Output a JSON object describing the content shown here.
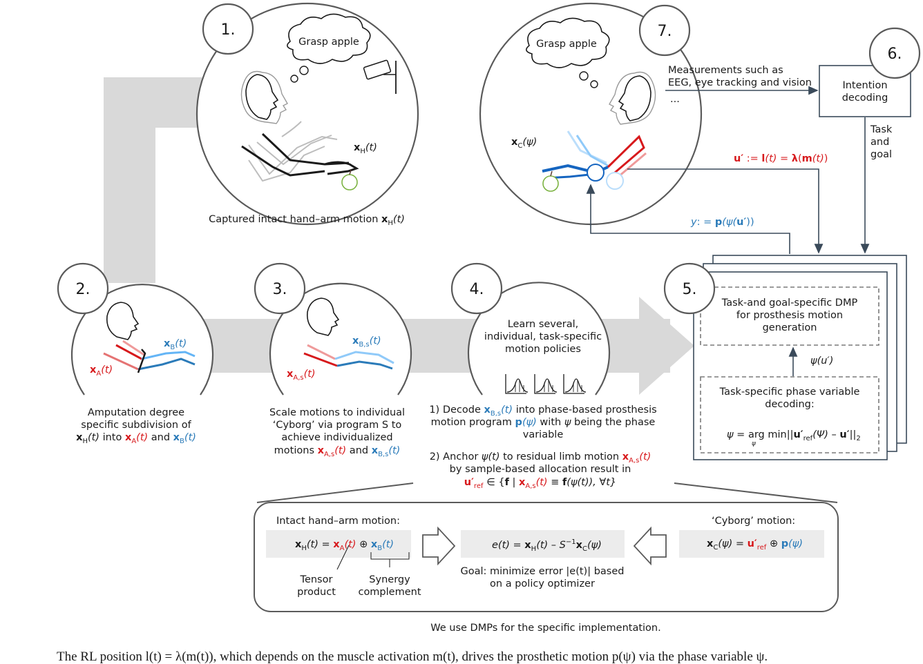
{
  "step_numbers": [
    "1.",
    "2.",
    "3.",
    "4.",
    "5.",
    "6.",
    "7."
  ],
  "panel1": {
    "thought": "Grasp apple",
    "var_label": "x",
    "var_sub": "H",
    "var_arg": "(t)",
    "caption_prefix": "Captured intact hand–arm motion ",
    "caption_var": "x",
    "caption_sub": "H",
    "caption_arg": "(t)"
  },
  "panel2": {
    "xb_label": "x",
    "xb_sub": "B",
    "xb_arg": "(t)",
    "xa_label": "x",
    "xa_sub": "A",
    "xa_arg": "(t)",
    "caption_line1": "Amputation degree",
    "caption_line2": "specific subdivision of",
    "caption_line3_into": " into ",
    "caption_line3_and": " and "
  },
  "panel3": {
    "xbs_label": "x",
    "xbs_sub": "B,s",
    "xbs_arg": "(t)",
    "xas_label": "x",
    "xas_sub": "A,s",
    "xas_arg": "(t)",
    "caption_line1": "Scale motions to individual",
    "caption_line2": "‘Cyborg’ via program S to",
    "caption_line3": "achieve individualized",
    "caption_line4_prefix": "motions ",
    "caption_line4_and": " and "
  },
  "panel4": {
    "inner_line1": "Learn several,",
    "inner_line2": "individual, task-specific",
    "inner_line3": "motion policies",
    "step1_line1_a": "1) Decode ",
    "step1_line1_b": " into phase-based prosthesis",
    "step1_line2_a": "motion program ",
    "step1_line2_b": " with ",
    "step1_line2_c": " being the phase",
    "step1_line3": "variable",
    "step2_line1_a": "2) Anchor ",
    "step2_line1_b": " to residual limb motion ",
    "step2_line2": "by sample-based allocation result in"
  },
  "panel5": {
    "box1_line1": "Task-and goal-specific DMP",
    "box1_line2": "for prosthesis motion",
    "box1_line3": "generation",
    "psi_label": "ψ(u′)",
    "box2_line1": "Task-specific phase variable",
    "box2_line2": "decoding:"
  },
  "panel6": {
    "box_line1": "Intention",
    "box_line2": "decoding",
    "side_line1": "Task",
    "side_line2": "and",
    "side_line3": "goal"
  },
  "panel7": {
    "thought": "Grasp apple",
    "measure_line1": "Measurements such as",
    "measure_line2": "EEG, eye tracking and vision",
    "measure_line3": "...",
    "xc_label": "x",
    "xc_sub": "C",
    "xc_arg": "(ψ)"
  },
  "feedback": {
    "u_equation": "u′ := l(t) = λ(m(t))",
    "y_equation": "y: = p(ψ(u′))"
  },
  "bottom": {
    "intact_title": "Intact hand–arm motion:",
    "cyborg_title": "‘Cyborg’ motion:",
    "tensor_line1": "Tensor",
    "tensor_line2": "product",
    "synergy_line1": "Synergy",
    "synergy_line2": "complement",
    "goal_line1": "Goal: minimize error |e(t)| based",
    "goal_line2": "on a policy optimizer",
    "dmp_note": "We use DMPs for the specific implementation."
  },
  "figure_caption": "The RL position l(t) = λ(m(t)), which depends on the muscle activation m(t), drives the prosthetic motion p(ψ) via the phase variable ψ.",
  "colors": {
    "red": "#d7191c",
    "blue": "#2b7bb9",
    "grey_arrow": "#d9d9d9",
    "line": "#3a4a5a"
  }
}
